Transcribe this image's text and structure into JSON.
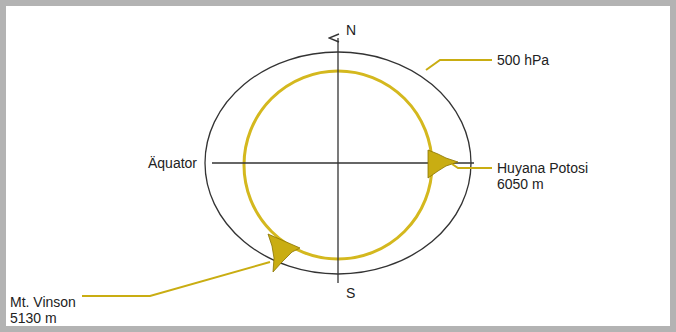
{
  "diagram": {
    "labels": [
      "N",
      "500 hPa",
      "Äquator",
      "Huyana Potosi 6050 m",
      "S",
      "Mt. Vinson 5130 m"
    ]
  }
}
